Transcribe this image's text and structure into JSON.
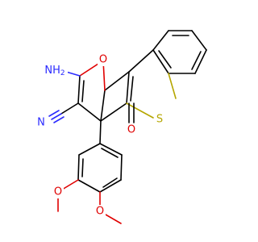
{
  "atom_labels": {
    "amine": "NH",
    "amine_sub": "2",
    "ring_oxygen": "O",
    "nitrile_n": "N",
    "thio_sulfur": "S",
    "ketone_oxygen": "O",
    "methoxy_o1": "O",
    "methoxy_o2": "O"
  },
  "colors": {
    "nitrogen": "#2b2bff",
    "oxygen": "#e00000",
    "sulfur": "#b5a600",
    "carbon": "#000000"
  }
}
